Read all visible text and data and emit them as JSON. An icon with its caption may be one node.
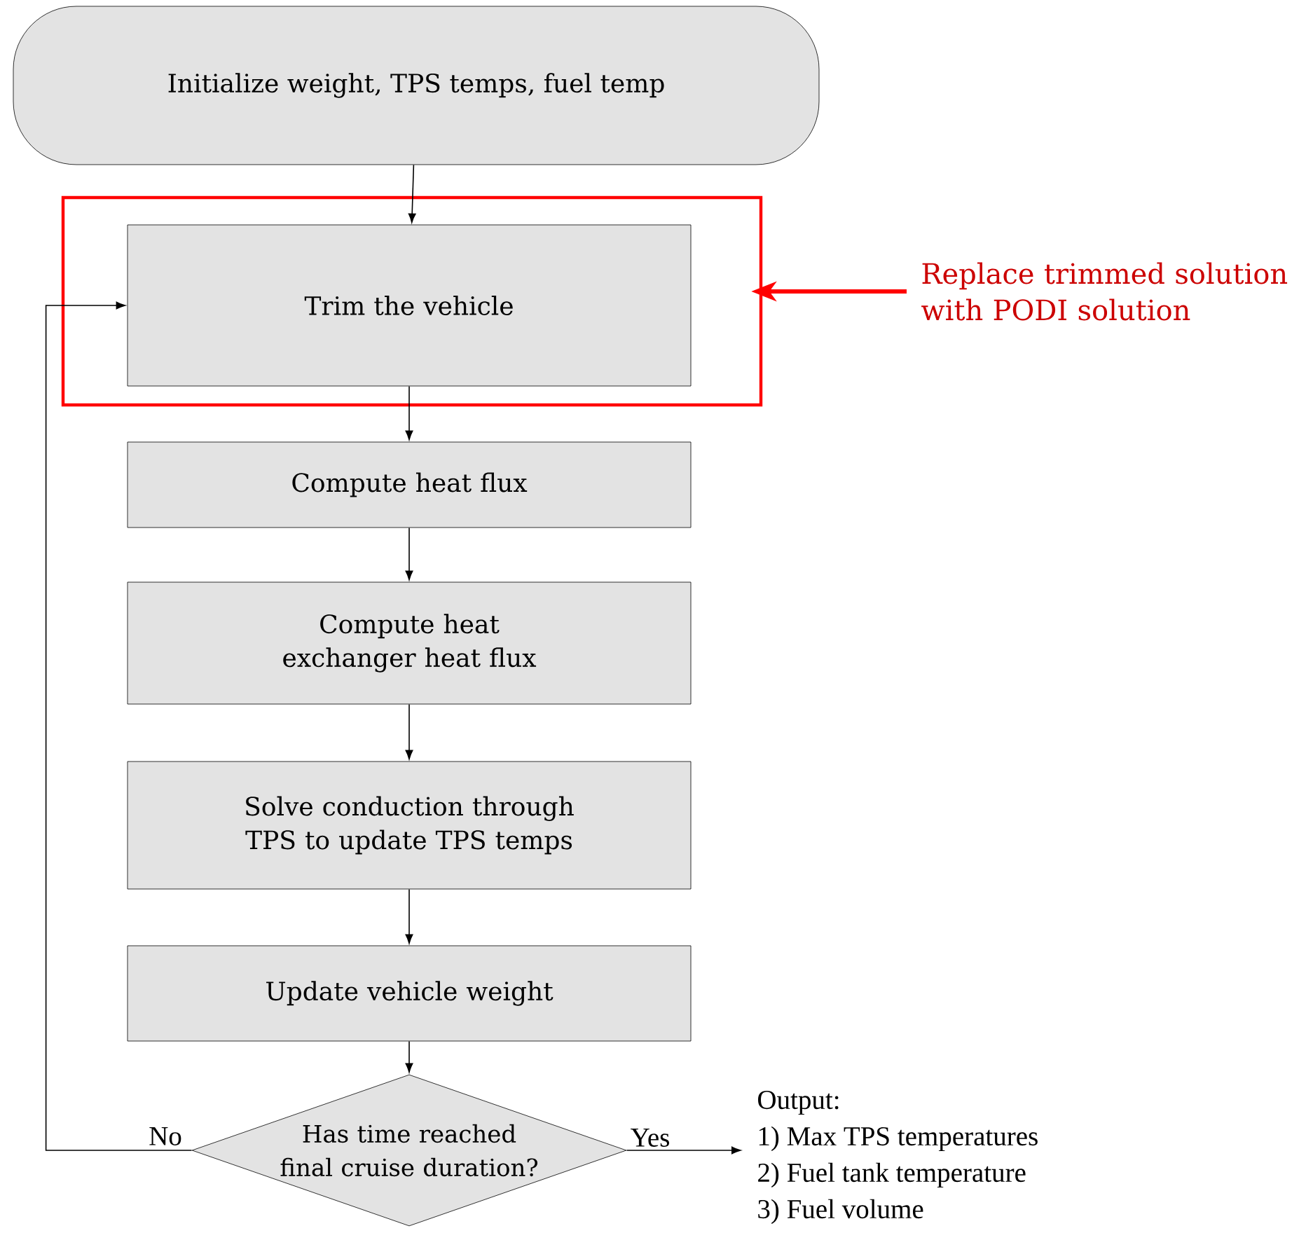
{
  "diagram": {
    "nodes": [
      {
        "text": [
          "Initialize weight, TPS temps, fuel temp"
        ]
      },
      {
        "text": [],
        "shape": "box"
      },
      {
        "text": [
          "Trim the vehicle"
        ],
        "in": 1
      },
      {
        "text": [
          "Compute heat flux"
        ]
      },
      {
        "text": [
          "Compute heat exchanger heat flux"
        ]
      },
      {
        "text": [
          "Solve conduction through TPS to update TPS temps"
        ]
      },
      {
        "text": [
          "Update vehicle weight"
        ]
      },
      {
        "text": [
          "Has time reached final cruise duration?"
        ]
      },
      {
        "text": [
          "Output:",
          "1) Max TPS temperatures",
          "2) Fuel tank temperature",
          "3) Fuel volume"
        ]
      },
      {
        "text": [
          "Replace trimmed solution with PODI solution"
        ]
      }
    ],
    "edges": [
      {
        "from": 0,
        "to": 2,
        "arrow": "to"
      },
      {
        "from": 2,
        "to": 3,
        "arrow": "to"
      },
      {
        "from": 3,
        "to": 4,
        "arrow": "to"
      },
      {
        "from": 4,
        "to": 5,
        "arrow": "to"
      },
      {
        "from": 5,
        "to": 6,
        "arrow": "to"
      },
      {
        "from": 6,
        "to": 7,
        "arrow": "to"
      },
      {
        "from": 7,
        "to": 2,
        "arrow": "to",
        "label": "No"
      },
      {
        "from": 7,
        "to": 8,
        "arrow": "to",
        "label": "Yes"
      },
      {
        "from": 9,
        "to": 1,
        "arrow": "to",
        "style": "thick",
        "color": "#ff0000"
      }
    ]
  }
}
